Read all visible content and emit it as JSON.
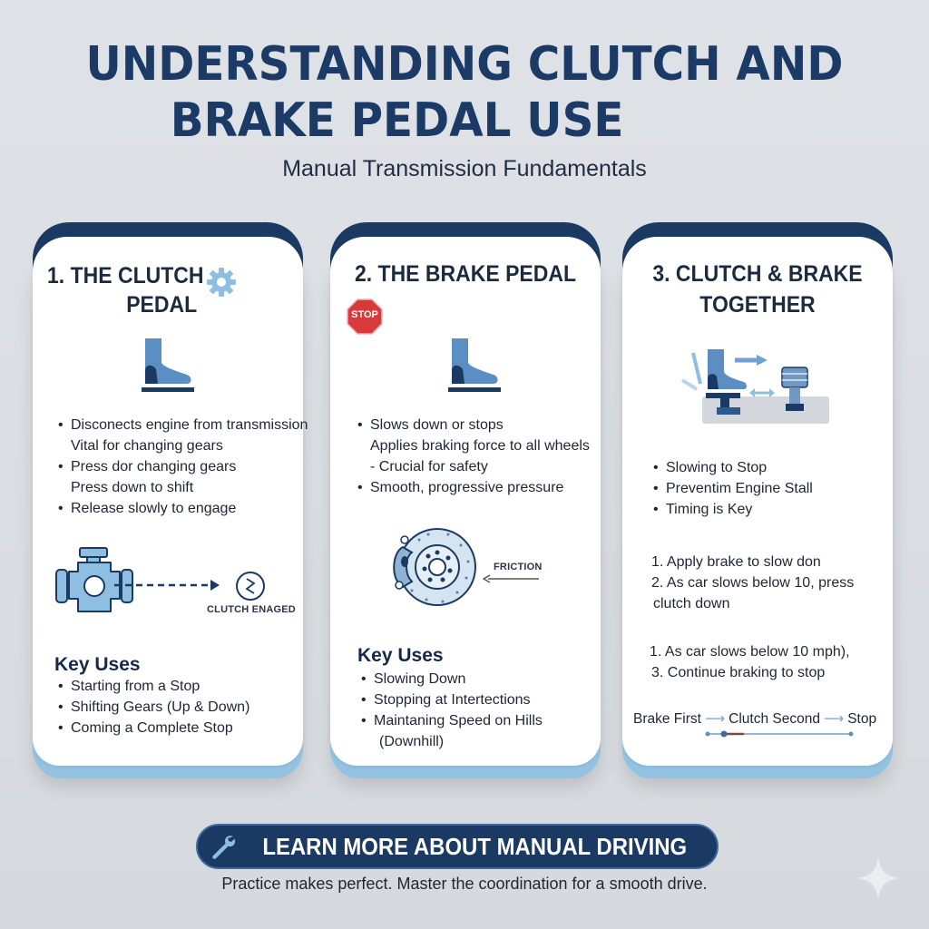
{
  "header": {
    "title_line1": "UNDERSTANDING CLUTCH AND",
    "title_line2": "BRAKE PEDAL USE",
    "subtitle": "Manual Transmission Fundamentals"
  },
  "colors": {
    "navy": "#1b3a63",
    "light_blue": "#93c3e0",
    "icon_blue": "#5b8fc4",
    "stop_red": "#d8393b",
    "background": "#dcdfe4"
  },
  "cards": [
    {
      "title_line1": "1. THE CLUTCH",
      "title_line2": "PEDAL",
      "icons": [
        "gear-icon",
        "foot-on-pedal-icon",
        "engine-icon",
        "clutch-symbol-icon"
      ],
      "bullets": [
        {
          "text": "Disconects engine from transmission",
          "bullet": true
        },
        {
          "text": "Vital for changing gears",
          "bullet": false
        },
        {
          "text": "Press dor changing gears",
          "bullet": true
        },
        {
          "text": "Press down to shift",
          "bullet": false
        },
        {
          "text": "Release slowly to engage",
          "bullet": true
        }
      ],
      "diagram_label": "CLUTCH ENAGED",
      "key_uses_title": "Key Uses",
      "key_uses": [
        "Starting from a Stop",
        "Shifting Gears (Up & Down)",
        "Coming a Complete Stop"
      ]
    },
    {
      "title": "2. THE BRAKE PEDAL",
      "stop_sign": "STOP",
      "icons": [
        "stop-sign-icon",
        "foot-on-pedal-icon",
        "brake-disc-icon"
      ],
      "bullets": [
        {
          "text": "Slows down or stops",
          "bullet": true
        },
        {
          "text": "Applies braking force to all wheels",
          "bullet": false
        },
        {
          "text": "- Crucial for safety",
          "bullet": false
        },
        {
          "text": "Smooth, progressive pressure",
          "bullet": true
        }
      ],
      "diagram_label": "FRICTION",
      "key_uses_title": "Key Uses",
      "key_uses": [
        "Slowing Down",
        "Stopping at Intertections",
        "Maintaning Speed on Hills",
        "(Downhill)"
      ]
    },
    {
      "title_line1": "3. CLUTCH & BRAKE",
      "title_line2": "TOGETHER",
      "icons": [
        "foot-on-two-pedals-icon"
      ],
      "bullets": [
        {
          "text": "Slowing to Stop",
          "bullet": true
        },
        {
          "text": "Preventim Engine Stall",
          "bullet": true
        },
        {
          "text": "Timing is Key",
          "bullet": true
        }
      ],
      "steps_a": [
        "1. Apply brake to slow don",
        "2. As car slows below 10, press",
        "clutch down"
      ],
      "steps_b": [
        "1. As car slows below 10 mph),",
        "3. Continue braking to stop"
      ],
      "flow": {
        "step1": "Brake First",
        "step2": "Clutch Second",
        "step3": "Stop",
        "arrow": "⟶"
      }
    }
  ],
  "cta": {
    "icon": "wrench-icon",
    "label": "LEARN MORE ABOUT MANUAL DRIVING"
  },
  "footer": {
    "tagline": "Practice makes perfect. Master the coordination for a smooth drive."
  }
}
